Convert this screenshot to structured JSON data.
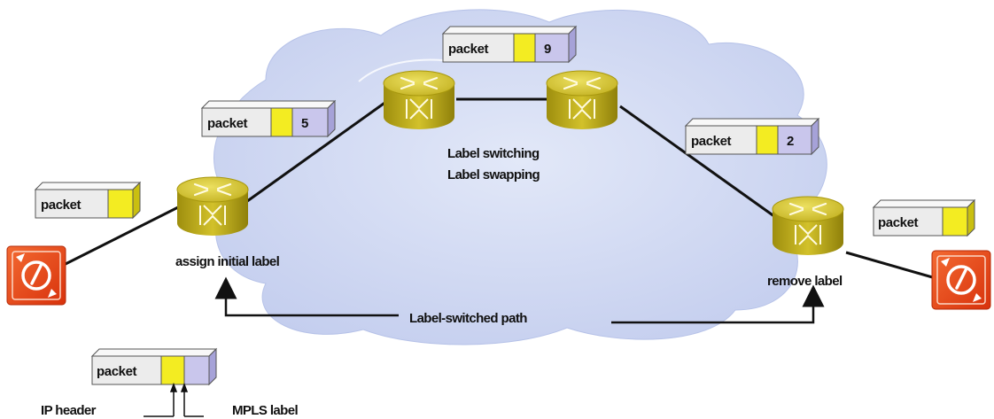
{
  "packets": {
    "ingress": {
      "text": "packet"
    },
    "first_hop": {
      "text": "packet",
      "label_value": "5"
    },
    "core": {
      "text": "packet",
      "label_value": "9"
    },
    "last_hop": {
      "text": "packet",
      "label_value": "2"
    },
    "egress": {
      "text": "packet"
    },
    "legend": {
      "text": "packet"
    }
  },
  "labels": {
    "assign": "assign initial label",
    "switching_line1": "Label switching",
    "switching_line2": "Label swapping",
    "remove": "remove label",
    "path": "Label-switched path",
    "ip_header": "IP header",
    "mpls_label": "MPLS label"
  },
  "colors": {
    "cloud": "#c9d3ef",
    "router": "#c9b820",
    "host": "#e8401a",
    "ip_header": "#f3ec22",
    "mpls_label": "#c9c6ec",
    "packet_body": "#ececec"
  },
  "icons": {
    "router": "router-icon",
    "host": "host-terminal-icon"
  }
}
